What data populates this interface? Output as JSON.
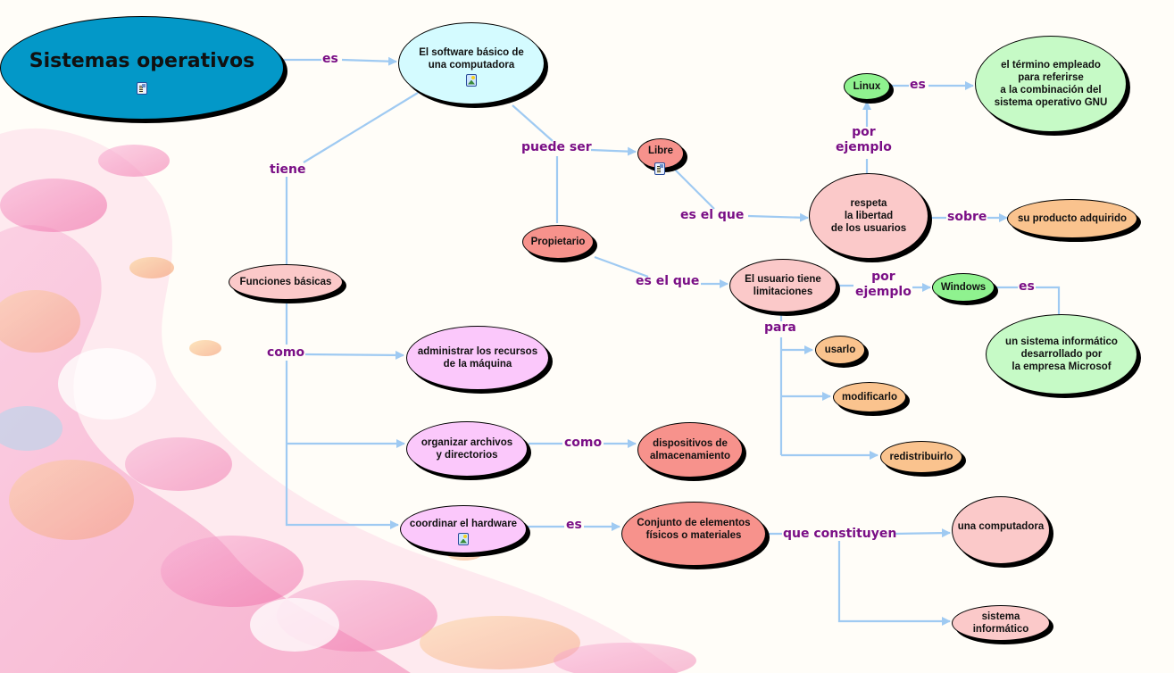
{
  "map": {
    "title": "Sistemas operativos",
    "colors": {
      "root": "#0398c8",
      "software": "#d4fbff",
      "pink": "#fbc9c9",
      "salmon": "#f7928c",
      "lilac": "#fbc8fb",
      "green": "#8ff28f",
      "lightgreen": "#c6fac6",
      "orange": "#fac38e",
      "link": "#9fcaf2",
      "label": "#7a0f86"
    }
  },
  "nodes": {
    "root": {
      "text": "Sistemas operativos",
      "icon": "document-icon"
    },
    "software": {
      "text": "El software básico de\nuna computadora",
      "icon": "image-icon"
    },
    "libre": {
      "text": "Libre",
      "icon": "document-icon"
    },
    "propietario": {
      "text": "Propietario"
    },
    "funciones": {
      "text": "Funciones básicas"
    },
    "linux": {
      "text": "Linux"
    },
    "gnu": {
      "text": "el término empleado\npara referirse\na la combinación del\nsistema operativo GNU"
    },
    "respeta": {
      "text": "respeta\nla libertad\nde los usuarios"
    },
    "producto": {
      "text": "su producto adquirido"
    },
    "limitaciones": {
      "text": "El usuario tiene\nlimitaciones"
    },
    "windows": {
      "text": "Windows"
    },
    "microsoft": {
      "text": "un sistema informático\ndesarrollado por\nla empresa Microsof"
    },
    "usarlo": {
      "text": "usarlo"
    },
    "modificarlo": {
      "text": "modificarlo"
    },
    "redistribuirlo": {
      "text": "redistribuirlo"
    },
    "administrar": {
      "text": "administrar los recursos\nde la máquina"
    },
    "organizar": {
      "text": "organizar archivos\ny directorios"
    },
    "almacenamiento": {
      "text": "dispositivos de\nalmacenamiento"
    },
    "hardware": {
      "text": "coordinar el hardware",
      "icon": "image-icon"
    },
    "conjunto": {
      "text": "Conjunto de elementos\nfísicos o materiales"
    },
    "computadora": {
      "text": "una computadora"
    },
    "sistema_inf": {
      "text": "sistema informático"
    }
  },
  "links": {
    "es_root": "es",
    "tiene": "tiene",
    "puede_ser": "puede ser",
    "es_el_que_libre": "es el que",
    "es_el_que_prop": "es el que",
    "por_ejemplo_linux": "por\nejemplo",
    "es_linux": "es",
    "sobre": "sobre",
    "por_ejemplo_win": "por\nejemplo",
    "es_win": "es",
    "para": "para",
    "como_1": "como",
    "como_2": "como",
    "es_hw": "es",
    "que_constituyen": "que constituyen"
  }
}
